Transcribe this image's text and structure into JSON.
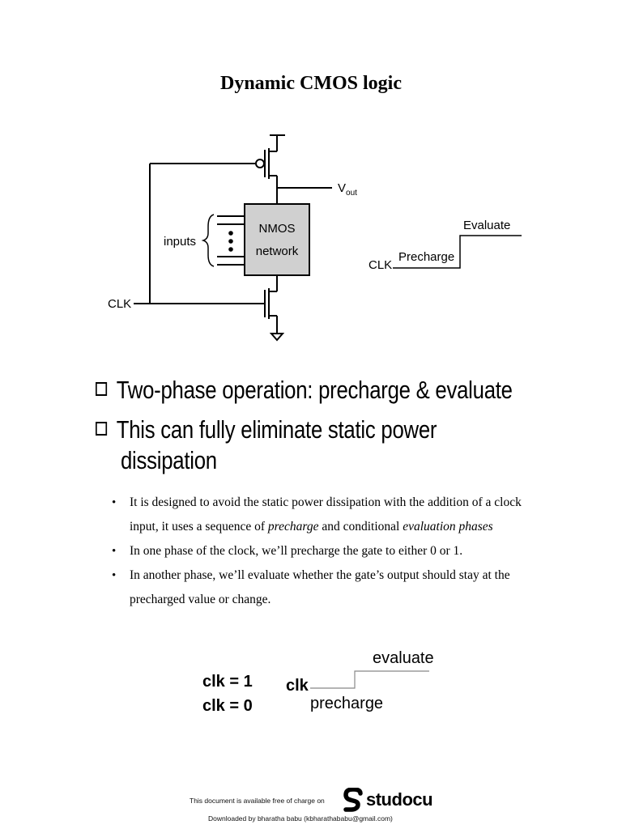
{
  "title": "Dynamic CMOS logic",
  "circuit": {
    "vout_main": "V",
    "vout_sub": "out",
    "inputs_label": "inputs",
    "nmos_line1": "NMOS",
    "nmos_line2": "network",
    "clk_label": "CLK"
  },
  "timing1": {
    "clk_label": "CLK",
    "precharge": "Precharge",
    "evaluate": "Evaluate"
  },
  "checklist": {
    "item1": "Two-phase operation: precharge & evaluate",
    "item2_line1": "This can fully eliminate static power",
    "item2_line2": "dissipation"
  },
  "bullets": {
    "b1_part1": "It is designed to avoid the static power dissipation with the addition of a clock input, it uses a sequence of ",
    "b1_em1": "precharge",
    "b1_part2": " and conditional ",
    "b1_em2": "evaluation phases",
    "b2": "In one phase of the clock, we’ll precharge the gate to either 0 or 1.",
    "b3": " In another phase, we’ll evaluate whether the gate’s output should stay at the precharged value or change."
  },
  "timing2": {
    "clk1": "clk = 1",
    "clk0": "clk = 0",
    "clk": "clk",
    "evaluate": "evaluate",
    "precharge": "precharge"
  },
  "footer": {
    "available": "This document is available free of charge on",
    "brand": "studocu",
    "downloaded": "Downloaded by bharatha babu (kbharathababu@gmail.com)"
  }
}
